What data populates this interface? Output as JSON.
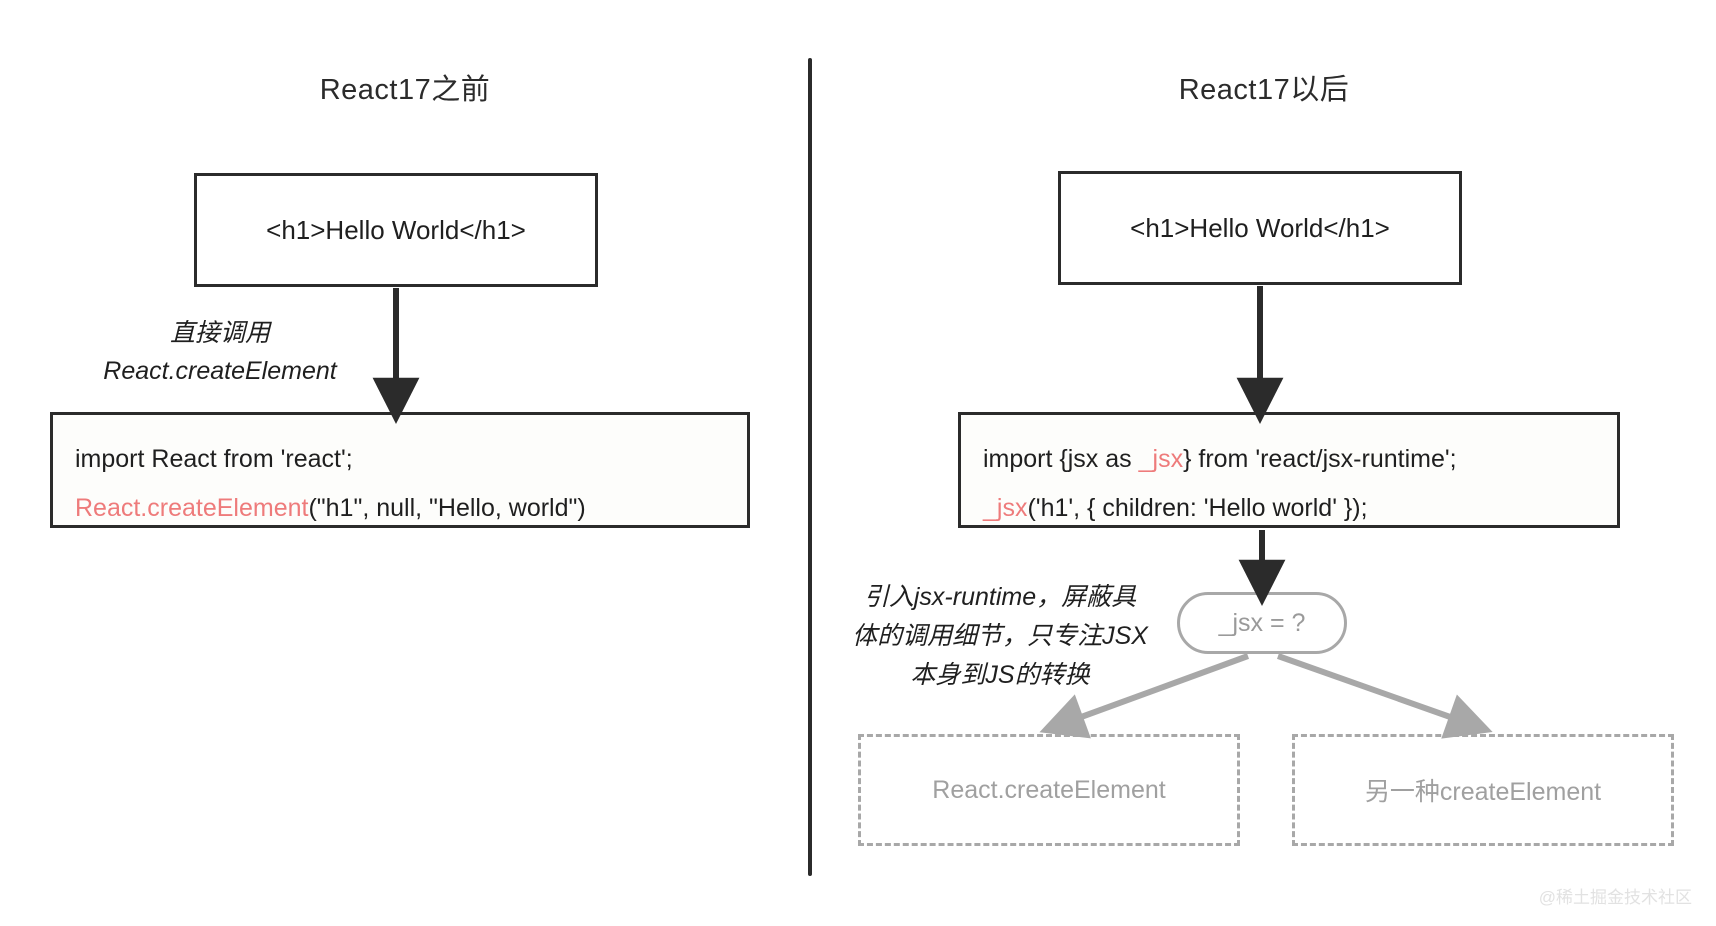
{
  "panels": {
    "left": {
      "title": "React17之前",
      "jsx_box": "<h1>Hello World</h1>",
      "annotation_line1": "直接调用",
      "annotation_line2": "React.createElement",
      "code": {
        "line1": "import React from 'react';",
        "line2_red": "React.createElement",
        "line2_rest": "(\"h1\", null, \"Hello, world\")"
      }
    },
    "right": {
      "title": "React17以后",
      "jsx_box": "<h1>Hello World</h1>",
      "code": {
        "line1_pre": "import {jsx as ",
        "line1_red": "_jsx",
        "line1_post": "} from 'react/jsx-runtime';",
        "line2_red": "_jsx",
        "line2_rest": "('h1', { children: 'Hello world' });"
      },
      "annotation_line1": "引入jsx-runtime，屏蔽具",
      "annotation_line2": "体的调用细节，只专注JSX",
      "annotation_line3": "本身到JS的转换",
      "question_node": "_jsx = ?",
      "options": [
        "React.createElement",
        "另一种createElement"
      ]
    }
  },
  "watermark": "@稀土掘金技术社区",
  "colors": {
    "ink": "#2b2b2b",
    "accent_red": "#ee7b7b",
    "muted_gray": "#a8a8a8",
    "text_gray": "#a0a0a0"
  }
}
